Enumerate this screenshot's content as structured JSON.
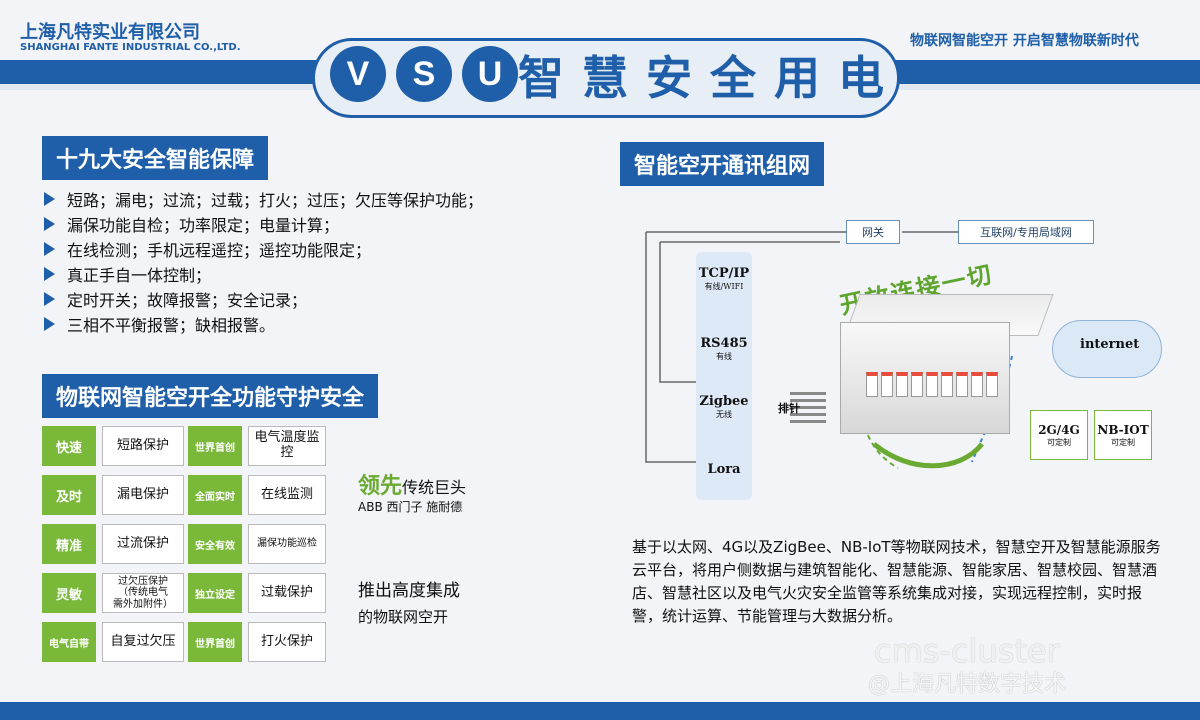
{
  "header": {
    "company_cn": "上海凡特实业有限公司",
    "company_en": "SHANGHAI FANTE INDUSTRIAL CO.,LTD.",
    "slogan": "物联网智能空开  开启智慧物联新时代",
    "title_letters": [
      "V",
      "S",
      "U"
    ],
    "title_cn": "智慧安全用电"
  },
  "section1": {
    "title": "十九大安全智能保障",
    "items": [
      "短路；漏电；过流；过载；打火；过压；欠压等保护功能；",
      "漏保功能自检；功率限定；电量计算；",
      "在线检测；手机远程遥控；遥控功能限定；",
      "真正手自一体控制；",
      "定时开关；故障报警；安全记录；",
      "三相不平衡报警；缺相报警。"
    ]
  },
  "section2": {
    "title": "物联网智能空开全功能守护安全",
    "rows": [
      {
        "k1": "快速",
        "v1": "短路保护",
        "k2": "世界首创",
        "v2": "电气温度监控"
      },
      {
        "k1": "及时",
        "v1": "漏电保护",
        "k2": "全面实时",
        "v2": "在线监测"
      },
      {
        "k1": "精准",
        "v1": "过流保护",
        "k2": "安全有效",
        "v2": "漏保功能巡检"
      },
      {
        "k1": "灵敏",
        "v1": "过欠压保护\n（传统电气\n需外加附件）",
        "k2": "独立设定",
        "v2": "过载保护"
      },
      {
        "k1": "电气自带",
        "v1": "自复过欠压",
        "k2": "世界首创",
        "v2": "打火保护"
      }
    ],
    "lead_big": "领先",
    "lead_rest": "传统巨头",
    "lead_brands": "ABB 西门子 施耐德",
    "push_line1": "推出高度集成",
    "push_line2": "的物联网空开"
  },
  "network": {
    "title": "智能空开通讯组网",
    "gateway": "网关",
    "internet_box": "互联网/专用局域网",
    "protocols": [
      {
        "name": "TCP/IP",
        "sub": "有线/WIFI"
      },
      {
        "name": "RS485",
        "sub": "有线"
      },
      {
        "name": "Zigbee",
        "sub": "无线"
      },
      {
        "name": "Lora",
        "sub": ""
      }
    ],
    "open_slogan": "开放连接一切",
    "cable_label": "排针",
    "cloud": "internet",
    "tag1": {
      "name": "2G/4G",
      "sub": "可定制"
    },
    "tag2": {
      "name": "NB-IOT",
      "sub": "可定制"
    },
    "description": "基于以太网、4G以及ZigBee、NB-IoT等物联网技术，智慧空开及智慧能源服务云平台，将用户侧数据与建筑智能化、智慧能源、智能家居、智慧校园、智慧酒店、智慧社区以及电气火灾安全监管等系统集成对接，实现远程控制，实时报警，统计运算、节能管理与大数据分析。"
  },
  "watermark": {
    "line1": "cms-cluster",
    "line2": "@上海凡特数字技术"
  },
  "colors": {
    "brand_blue": "#1f5ea8",
    "accent_green": "#7ab83a"
  }
}
